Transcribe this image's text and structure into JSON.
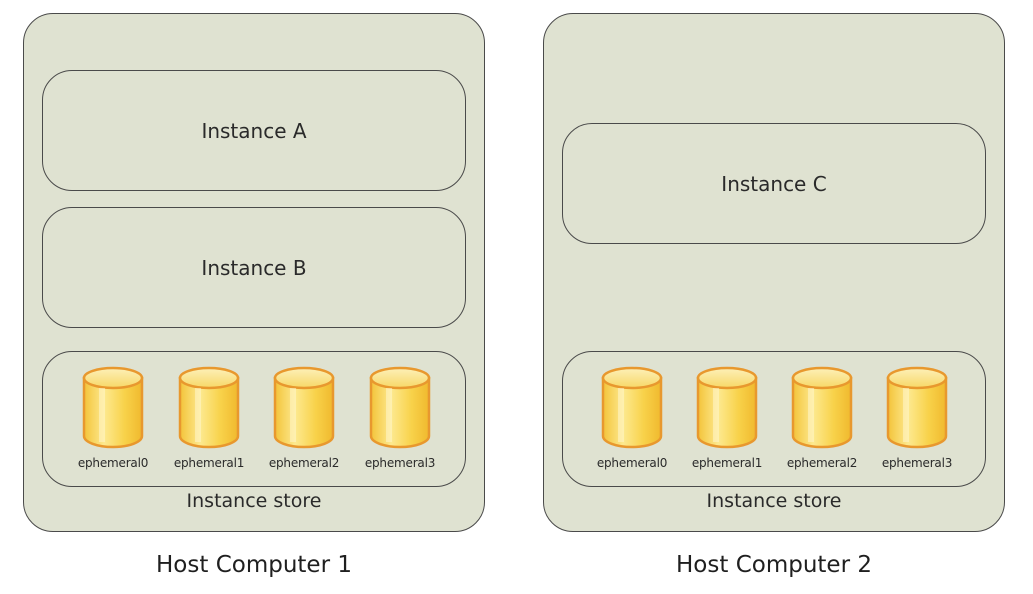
{
  "hosts": [
    {
      "label": "Host Computer 1",
      "instances": [
        "Instance A",
        "Instance B"
      ],
      "store_label": "Instance store",
      "volumes": [
        "ephemeral0",
        "ephemeral1",
        "ephemeral2",
        "ephemeral3"
      ]
    },
    {
      "label": "Host Computer 2",
      "instances": [
        "Instance C"
      ],
      "store_label": "Instance store",
      "volumes": [
        "ephemeral0",
        "ephemeral1",
        "ephemeral2",
        "ephemeral3"
      ]
    }
  ],
  "colors": {
    "host_fill": "#dfe2d1",
    "border": "#4a4a4a",
    "cylinder_body": "#f8d24a",
    "cylinder_top": "#fbe99a",
    "cylinder_edge": "#e8982e"
  },
  "icons": {
    "volume": "cylinder-disk-icon"
  }
}
